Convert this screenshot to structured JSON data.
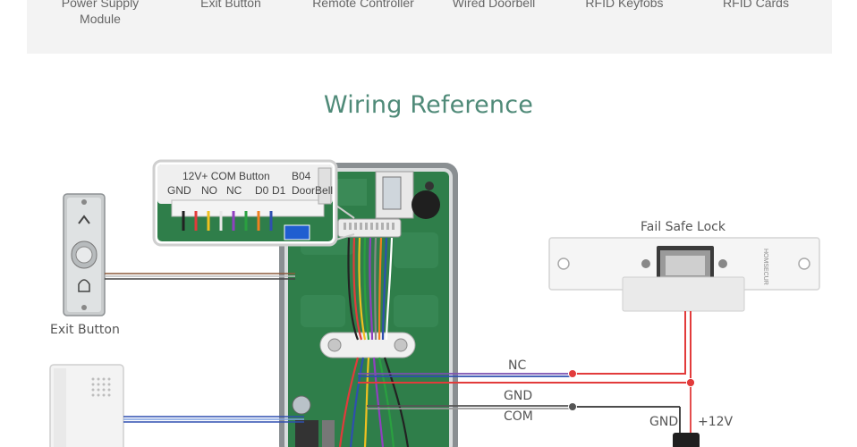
{
  "accessories": [
    {
      "line1": "Power Supply",
      "line2": "Module"
    },
    {
      "line1": "Exit Button",
      "line2": ""
    },
    {
      "line1": "Remote Controller",
      "line2": ""
    },
    {
      "line1": "Wired Doorbell",
      "line2": ""
    },
    {
      "line1": "RFID Keyfobs",
      "line2": ""
    },
    {
      "line1": "RFID Cards",
      "line2": ""
    }
  ],
  "title": "Wiring Reference",
  "connector": {
    "row1": "12V+ COM Button",
    "row1_right": "B04",
    "row2": [
      "GND",
      "NO",
      "NC",
      "D0",
      "D1",
      "DoorBell"
    ]
  },
  "devices": {
    "exit_button": "Exit Button",
    "fail_safe_lock": "Fail Safe Lock",
    "lock_brand": "HOMSECUR"
  },
  "wire_labels": {
    "nc": "NC",
    "gnd": "GND",
    "com": "COM",
    "gnd_bottom": "GND",
    "v12_bottom": "+12V"
  },
  "colors": {
    "title": "#4f8a78",
    "board_green": "#2f7e4a",
    "wire_red": "#e23b3b",
    "wire_blue": "#2f4fb0",
    "wire_black": "#333333",
    "wire_brown": "#8b5a3c"
  }
}
